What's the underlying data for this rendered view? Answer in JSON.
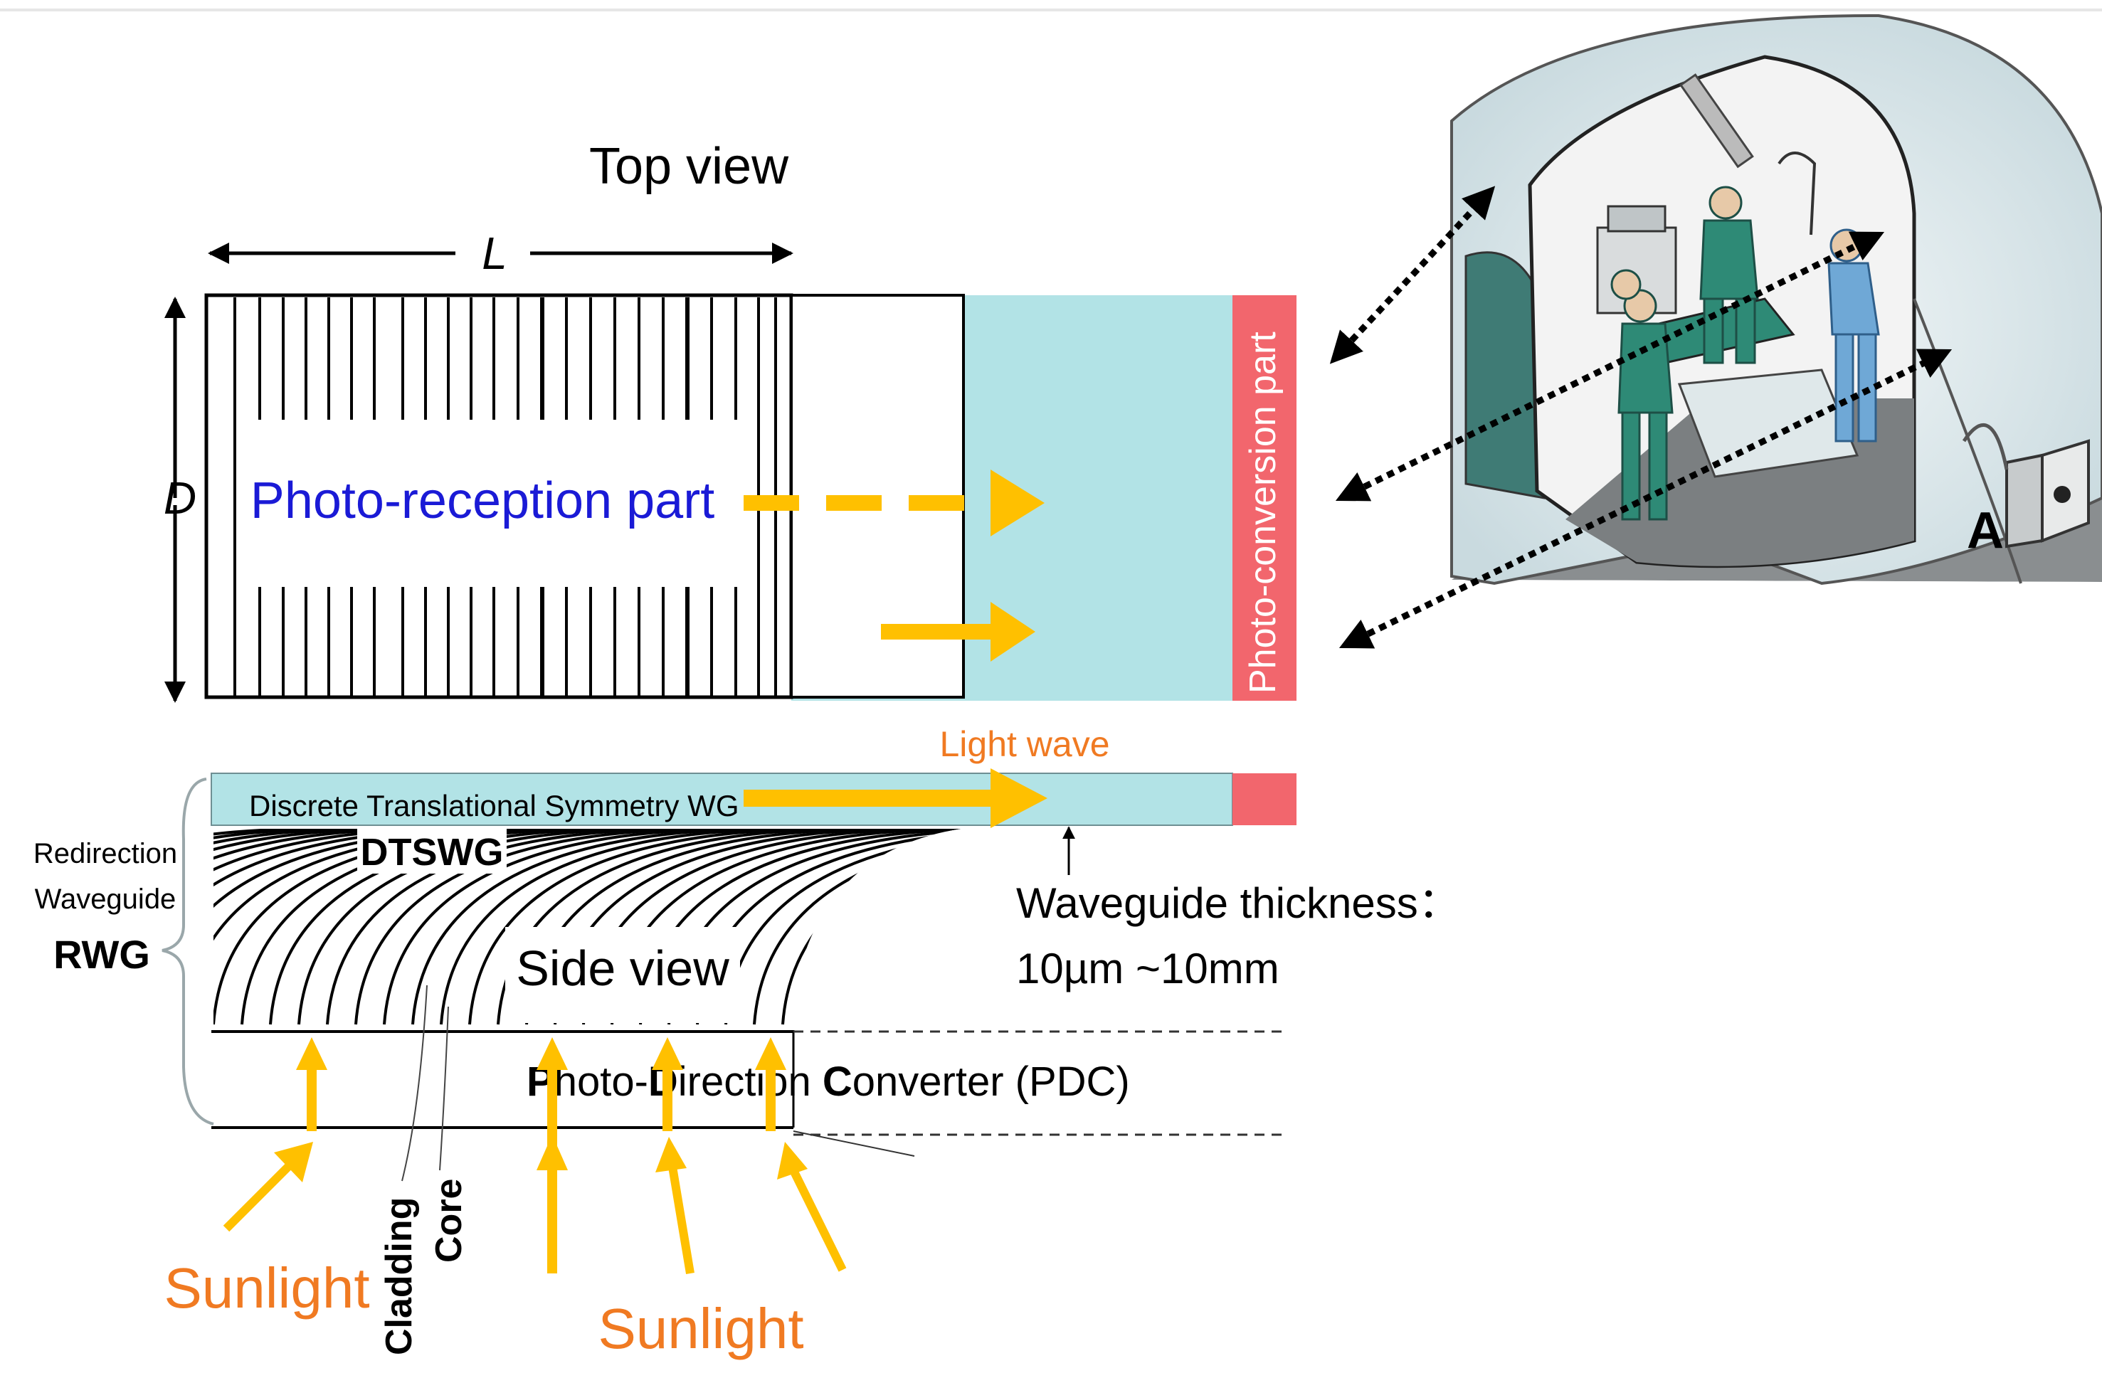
{
  "top_view": {
    "title": "Top view",
    "length_label": "L",
    "depth_label": "D",
    "reception_label": "Photo-reception part",
    "conversion_label": "Photo-conversion part"
  },
  "side_view": {
    "light_wave_label": "Light wave",
    "dtswg_full": "Discrete Translational Symmetry WG",
    "dtswg_abbr": "DTSWG",
    "rwg_line1": "Redirection",
    "rwg_line2": "Waveguide",
    "rwg_abbr": "RWG",
    "title": "Side view",
    "thickness_label": "Waveguide thickness：",
    "thickness_range": "10µm ~10mm",
    "pdc_p": "P",
    "pdc_hoto": "hoto-",
    "pdc_d": "D",
    "pdc_irection": "irection ",
    "pdc_c": "C",
    "pdc_rest": "onverter (PDC)",
    "cladding_label": "Cladding",
    "core_label": "Core",
    "sunlight_left": "Sunlight",
    "sunlight_bottom": "Sunlight"
  },
  "illustration": {
    "marker_label": "A"
  },
  "colors": {
    "accent_yellow": "#ffc000",
    "waveguide_cyan": "#b2e3e6",
    "conversion_red": "#f2666d",
    "sunlight_orange": "#f07a22",
    "reception_blue": "#1a1ad6",
    "scrub_green": "#2e8a76"
  }
}
